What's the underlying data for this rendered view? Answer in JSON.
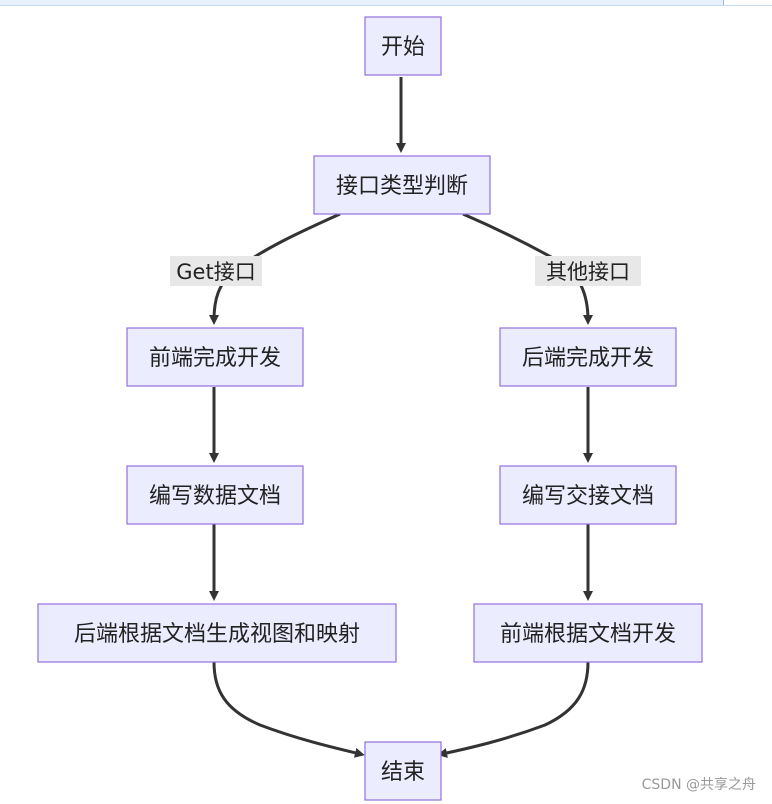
{
  "diagram": {
    "nodes": {
      "start": "开始",
      "judge": "接口类型判断",
      "frontend_dev": "前端完成开发",
      "write_data_doc": "编写数据文档",
      "backend_generate": "后端根据文档生成视图和映射",
      "backend_dev": "后端完成开发",
      "write_handover_doc": "编写交接文档",
      "frontend_by_doc": "前端根据文档开发",
      "end": "结束"
    },
    "edges": {
      "get_label": "Get接口",
      "other_label": "其他接口"
    },
    "colors": {
      "node_fill": "#ececff",
      "node_stroke": "#9370db",
      "edge": "#333333",
      "label_bg": "#e8e8e8"
    }
  },
  "watermark": "CSDN @共享之舟"
}
